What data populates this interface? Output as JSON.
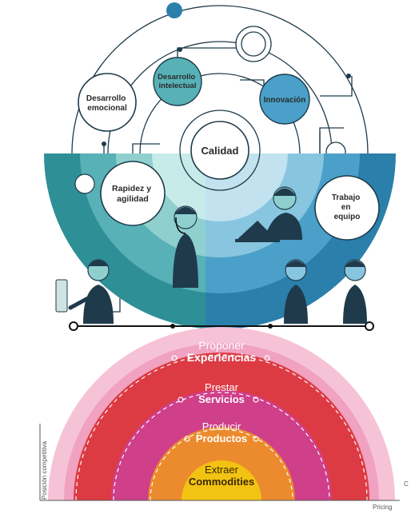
{
  "top_diagram": {
    "center_label": "Calidad",
    "bubbles": {
      "desarrollo_emocional": "Desarrollo emocional",
      "desarrollo_intelectual": "Desarrollo intelectual",
      "innovacion": "Innovación",
      "rapidez_agilidad": "Rapidez y agilidad",
      "trabajo_equipo": "Trabajo en equipo"
    }
  },
  "bottom_diagram": {
    "levels": [
      {
        "verb": "Proponer",
        "noun": "Experiencias",
        "color": "#dd3b44"
      },
      {
        "verb": "Prestar",
        "noun": "Servicios",
        "color": "#cf3f8a"
      },
      {
        "verb": "Producir",
        "noun": "Productos",
        "color": "#ec8b2e"
      },
      {
        "verb": "Extraer",
        "noun": "Commodities",
        "color": "#f3c313"
      }
    ],
    "y_axis_label": "Posición competitiva",
    "x_axis_label": "Pricing",
    "corner_mark": "C"
  },
  "colors": {
    "teal_dark": "#2f8f96",
    "teal_mid": "#57b1b6",
    "teal_light": "#8fd0cf",
    "blue_dark": "#2b7fab",
    "blue_mid": "#4aa0c8",
    "blue_light": "#88c6df",
    "line": "#1f3b4b"
  }
}
